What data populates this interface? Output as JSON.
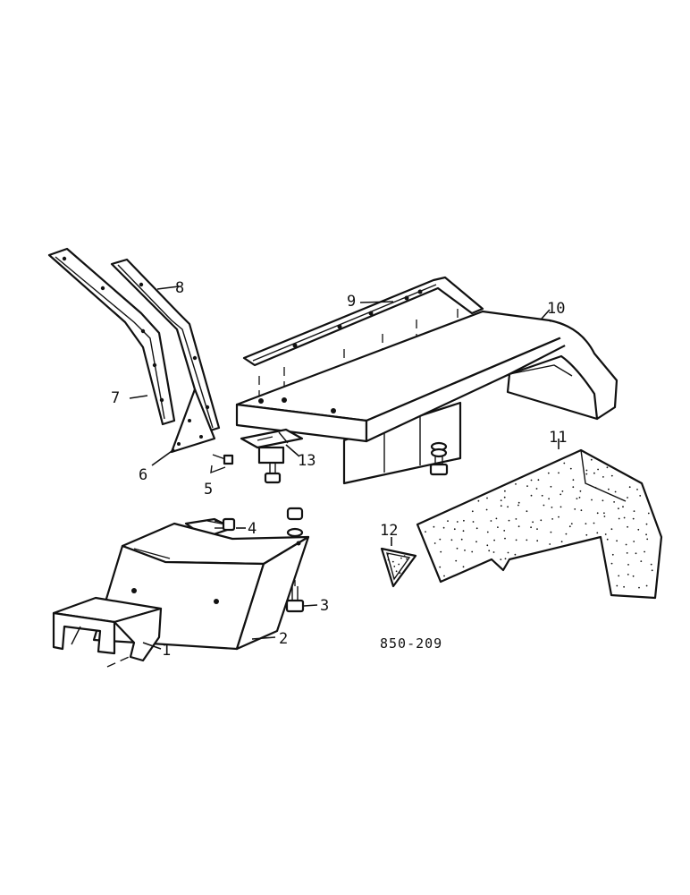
{
  "callouts": {
    "c1": "1",
    "c2": "2",
    "c3": "3",
    "c4": "4",
    "c5": "5",
    "c6": "6",
    "c7": "7",
    "c8": "8",
    "c9": "9",
    "c10": "10",
    "c11": "11",
    "c12": "12",
    "c13": "13"
  },
  "figure_ref": "850-209"
}
